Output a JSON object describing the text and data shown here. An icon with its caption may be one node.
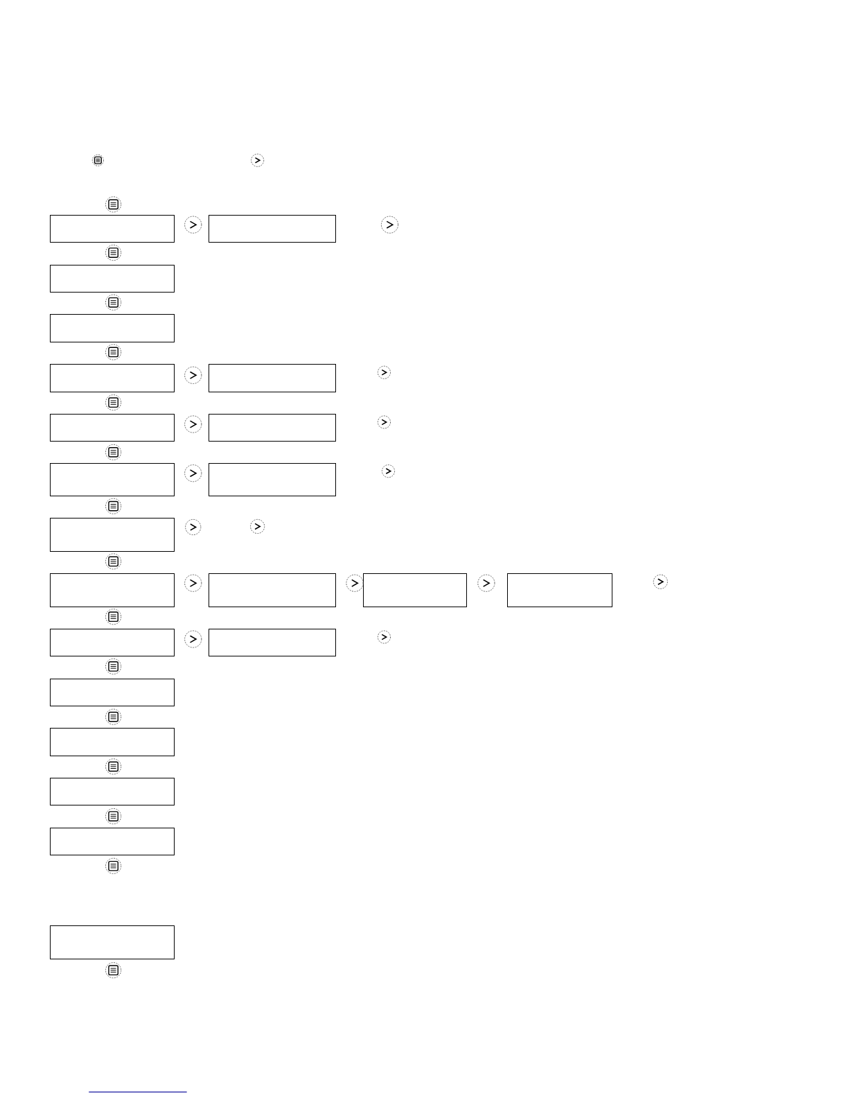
{
  "diagram": {
    "nodes": [
      {
        "text": [],
        "shape": "box"
      },
      {
        "text": [],
        "shape": "box"
      },
      {
        "text": [],
        "shape": "box"
      },
      {
        "text": [],
        "shape": "box"
      },
      {
        "text": [],
        "shape": "box"
      },
      {
        "text": [],
        "shape": "box"
      },
      {
        "text": [],
        "shape": "box"
      },
      {
        "text": [],
        "shape": "box"
      },
      {
        "text": [],
        "shape": "box"
      },
      {
        "text": [],
        "shape": "box"
      },
      {
        "text": [],
        "shape": "box"
      },
      {
        "text": [],
        "shape": "box"
      },
      {
        "text": [],
        "shape": "box"
      },
      {
        "text": [],
        "shape": "box"
      },
      {
        "text": [],
        "shape": "box"
      },
      {
        "text": [],
        "shape": "box"
      },
      {
        "text": [],
        "shape": "box"
      },
      {
        "text": [],
        "shape": "box"
      },
      {
        "text": [],
        "shape": "box"
      },
      {
        "text": [],
        "shape": "box"
      },
      {
        "text": [],
        "shape": "box"
      },
      {
        "text": [],
        "shape": "box"
      }
    ]
  }
}
